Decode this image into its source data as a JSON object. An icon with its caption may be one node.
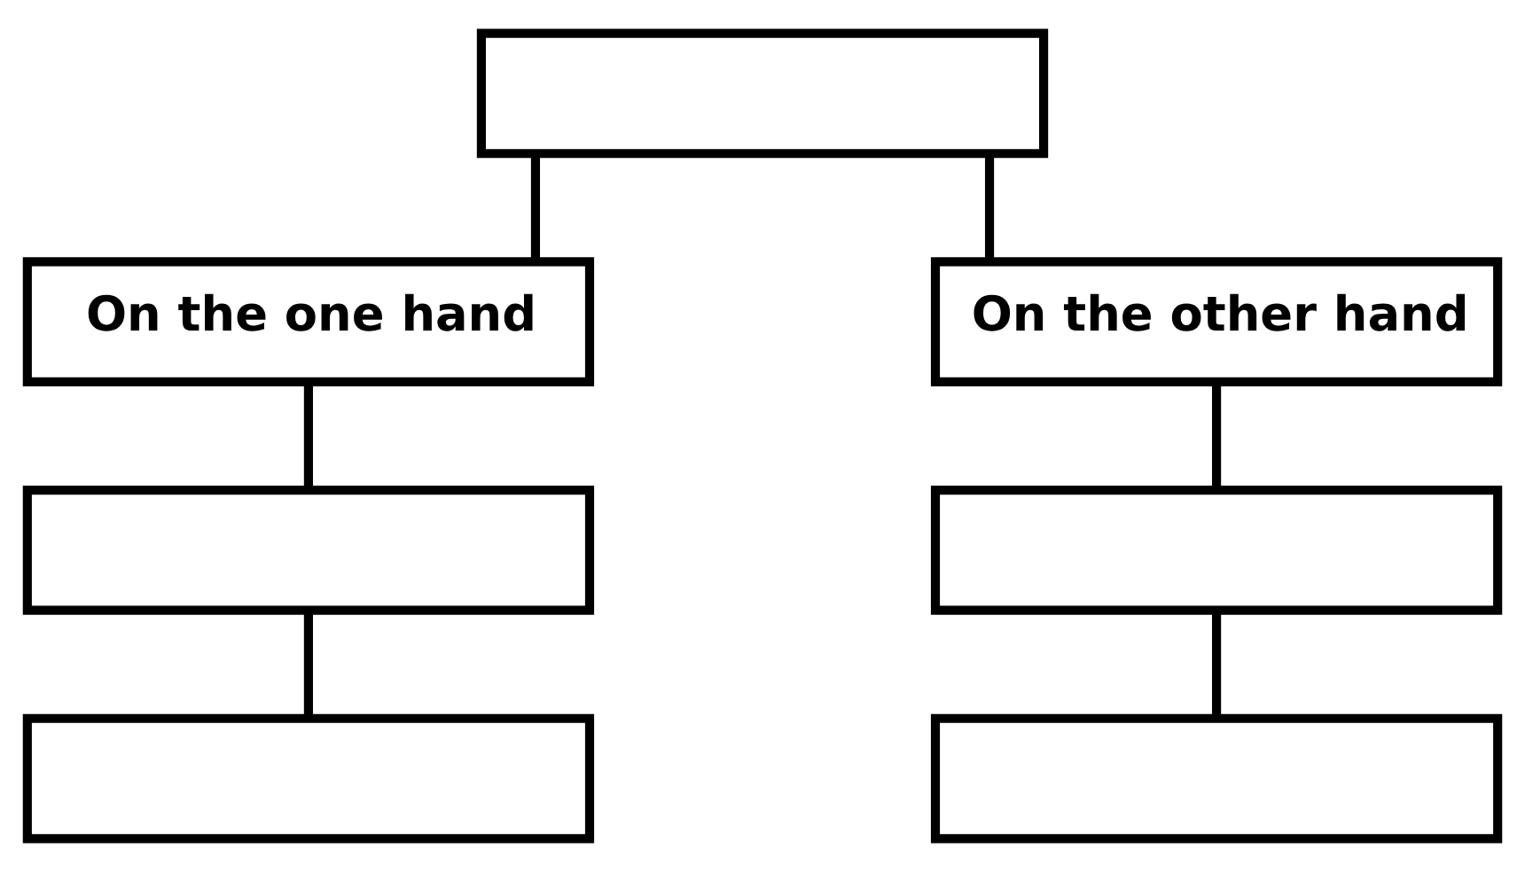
{
  "diagram": {
    "nodes": [
      {
        "text": [],
        "shape": "box"
      },
      {
        "text": [
          "On the one hand"
        ]
      },
      {
        "text": [
          "On the other hand"
        ]
      },
      {
        "text": [],
        "shape": "box"
      },
      {
        "text": [],
        "shape": "box"
      },
      {
        "text": [],
        "shape": "box"
      },
      {
        "text": [],
        "shape": "box"
      }
    ],
    "edges": [
      {
        "from": 0,
        "to": 1,
        "arrow": "none"
      },
      {
        "from": 0,
        "to": 2,
        "arrow": "none"
      },
      {
        "from": 1,
        "to": 3,
        "arrow": "none"
      },
      {
        "from": 2,
        "to": 4,
        "arrow": "none"
      },
      {
        "from": 3,
        "to": 5,
        "arrow": "none"
      },
      {
        "from": 4,
        "to": 6,
        "arrow": "none"
      }
    ]
  }
}
